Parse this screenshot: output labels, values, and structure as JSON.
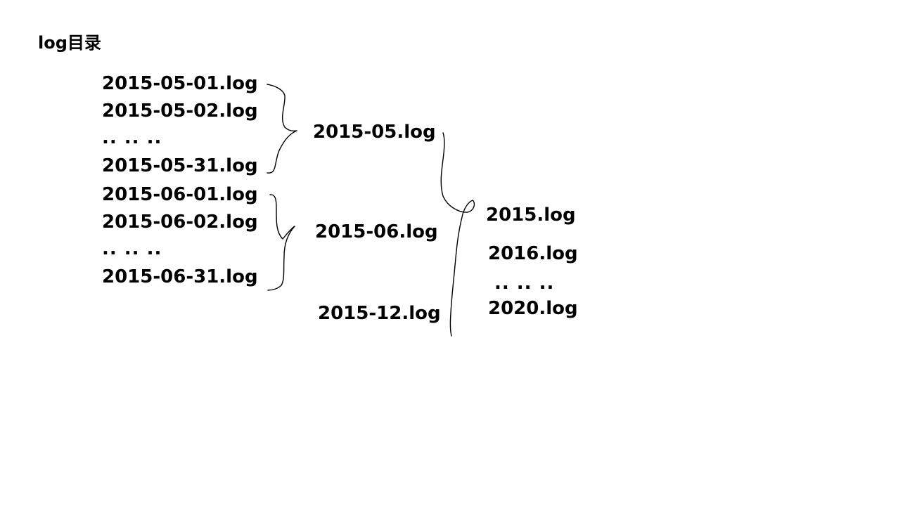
{
  "title": "log目录",
  "daily_may": [
    "2015-05-01.log",
    "2015-05-02.log",
    ".. .. ..",
    "2015-05-31.log"
  ],
  "daily_june": [
    "2015-06-01.log",
    "2015-06-02.log",
    ".. .. ..",
    "2015-06-31.log"
  ],
  "monthly": [
    "2015-05.log",
    "2015-06.log",
    "2015-12.log"
  ],
  "yearly": [
    "2015.log",
    "2016.log",
    ".. .. ..",
    "2020.log"
  ]
}
